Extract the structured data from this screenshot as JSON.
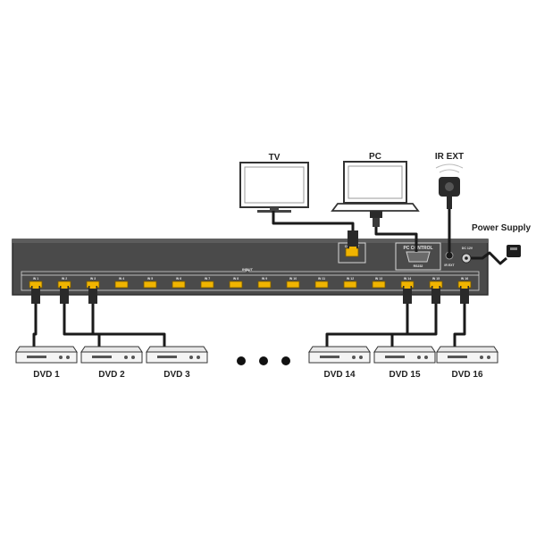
{
  "labels": {
    "tv": "TV",
    "pc": "PC",
    "ir_ext": "IR EXT",
    "power_supply": "Power Supply",
    "input": "INPUT",
    "output": "OUTPUT",
    "pc_control": "PC CONTROL",
    "rs232": "RS232",
    "ir_port": "IR EXT",
    "dc": "DC 12V"
  },
  "ports": [
    "IN 1",
    "IN 2",
    "IN 3",
    "IN 4",
    "IN 5",
    "IN 6",
    "IN 7",
    "IN 8",
    "IN 9",
    "IN 10",
    "IN 11",
    "IN 12",
    "IN 13",
    "IN 14",
    "IN 15",
    "IN 16"
  ],
  "dvds": [
    {
      "label": "DVD 1",
      "port": 0
    },
    {
      "label": "DVD 2",
      "port": 1
    },
    {
      "label": "DVD 3",
      "port": 2
    },
    {
      "label": "DVD 14",
      "port": 13
    },
    {
      "label": "DVD 15",
      "port": 14
    },
    {
      "label": "DVD 16",
      "port": 15
    }
  ],
  "colors": {
    "panel": "#4a4a4a",
    "panel_dark": "#2e2e2e",
    "gold": "#f0b400",
    "cable": "#1a1a1a"
  }
}
